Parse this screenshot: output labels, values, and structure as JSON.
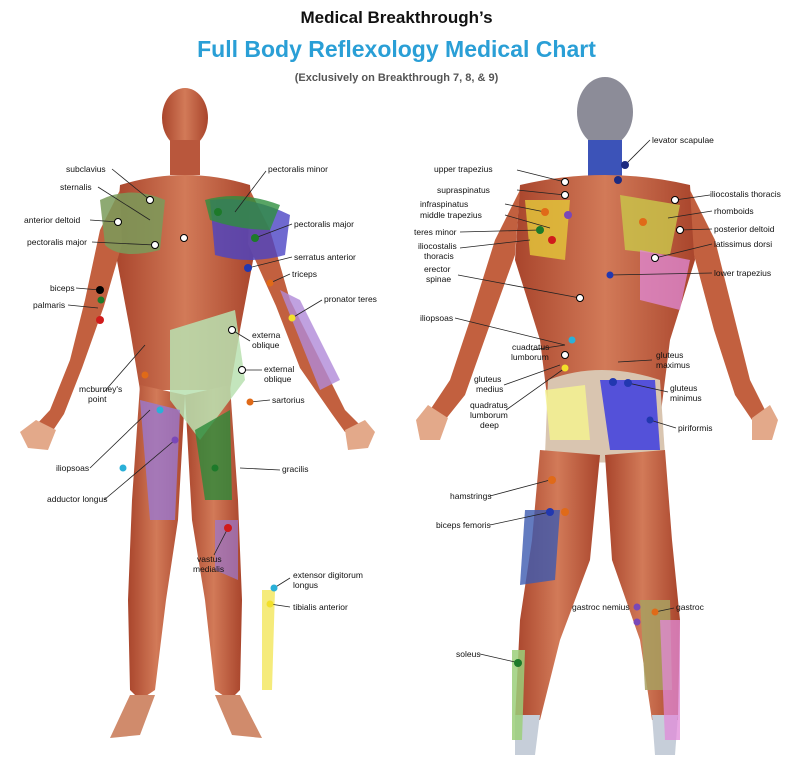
{
  "header": {
    "subtitle": "Medical Breakthrough’s",
    "title": "Full Body Reflexology Medical Chart",
    "note": "(Exclusively on Breakthrough 7, 8, & 9)"
  },
  "colors": {
    "title_blue": "#2a9fd6",
    "muscle": "#c8664a",
    "skin": "#e4a684",
    "dot_white": "#ffffff",
    "dot_black": "#000000"
  },
  "front_labels": {
    "subclavius": "subclavius",
    "sternalis": "sternalis",
    "anterior_deltoid": "anterior deltoid",
    "pectoralis_major_left": "pectoralis major",
    "biceps": "biceps",
    "palmaris": "palmaris",
    "mcburneys_point": "mcburney's point",
    "iliopsoas": "iliopsoas",
    "adductor_longus": "adductor longus",
    "pectoralis_minor": "pectoralis minor",
    "pectoralis_major_right": "pectoralis major",
    "serratus_anterior": "serratus anterior",
    "triceps": "triceps",
    "pronator_teres": "pronator teres",
    "externa_oblique_1": "externa",
    "externa_oblique_2": "oblique",
    "external_oblique_1": "external",
    "external_oblique_2": "oblique",
    "sartorius": "sartorius",
    "gracilis": "gracilis",
    "vastus_medialis_1": "vastus",
    "vastus_medialis_2": "medialis",
    "extensor_digitorum_1": "extensor digitorum",
    "extensor_digitorum_2": "longus",
    "tibialis_anterior": "tibialis anterior"
  },
  "back_labels": {
    "upper_trapezius": "upper trapezius",
    "supraspinatus": "supraspinatus",
    "infraspinatus": "infraspinatus",
    "middle_trapezius": "middle trapezius",
    "teres_minor": "teres minor",
    "iliocostalis_thoracis_1": "iliocostalis",
    "iliocostalis_thoracis_2": "thoracis",
    "erector_spinae_1": "erector",
    "erector_spinae_2": "spinae",
    "iliopsoas": "iliopsoas",
    "quadratus_lumborum_1": "cuadratus",
    "quadratus_lumborum_2": "lumborum",
    "gluteus_medius_1": "gluteus",
    "gluteus_medius_2": "medius",
    "quadratus_lumborum_deep_1": "quadratus",
    "quadratus_lumborum_deep_2": "lumborum",
    "quadratus_lumborum_deep_3": "deep",
    "hamstrings": "hamstrings",
    "biceps_femoris": "biceps femoris",
    "soleus": "soleus",
    "levator_scapulae": "levator scapulae",
    "iliocostalis_thoracis_r": "iliocostalis thoracis",
    "rhomboids": "rhomboids",
    "posterior_deltoid": "posterior deltoid",
    "latissimus_dorsi": "latissimus dorsi",
    "lower_trapezius": "lower trapezius",
    "gluteus_maximus_1": "gluteus",
    "gluteus_maximus_2": "maximus",
    "gluteus_minimus_1": "gluteus",
    "gluteus_minimus_2": "minimus",
    "piriformis": "piriformis",
    "gastrocnemius": "gastroc nemius",
    "gastroc": "gastroc"
  }
}
